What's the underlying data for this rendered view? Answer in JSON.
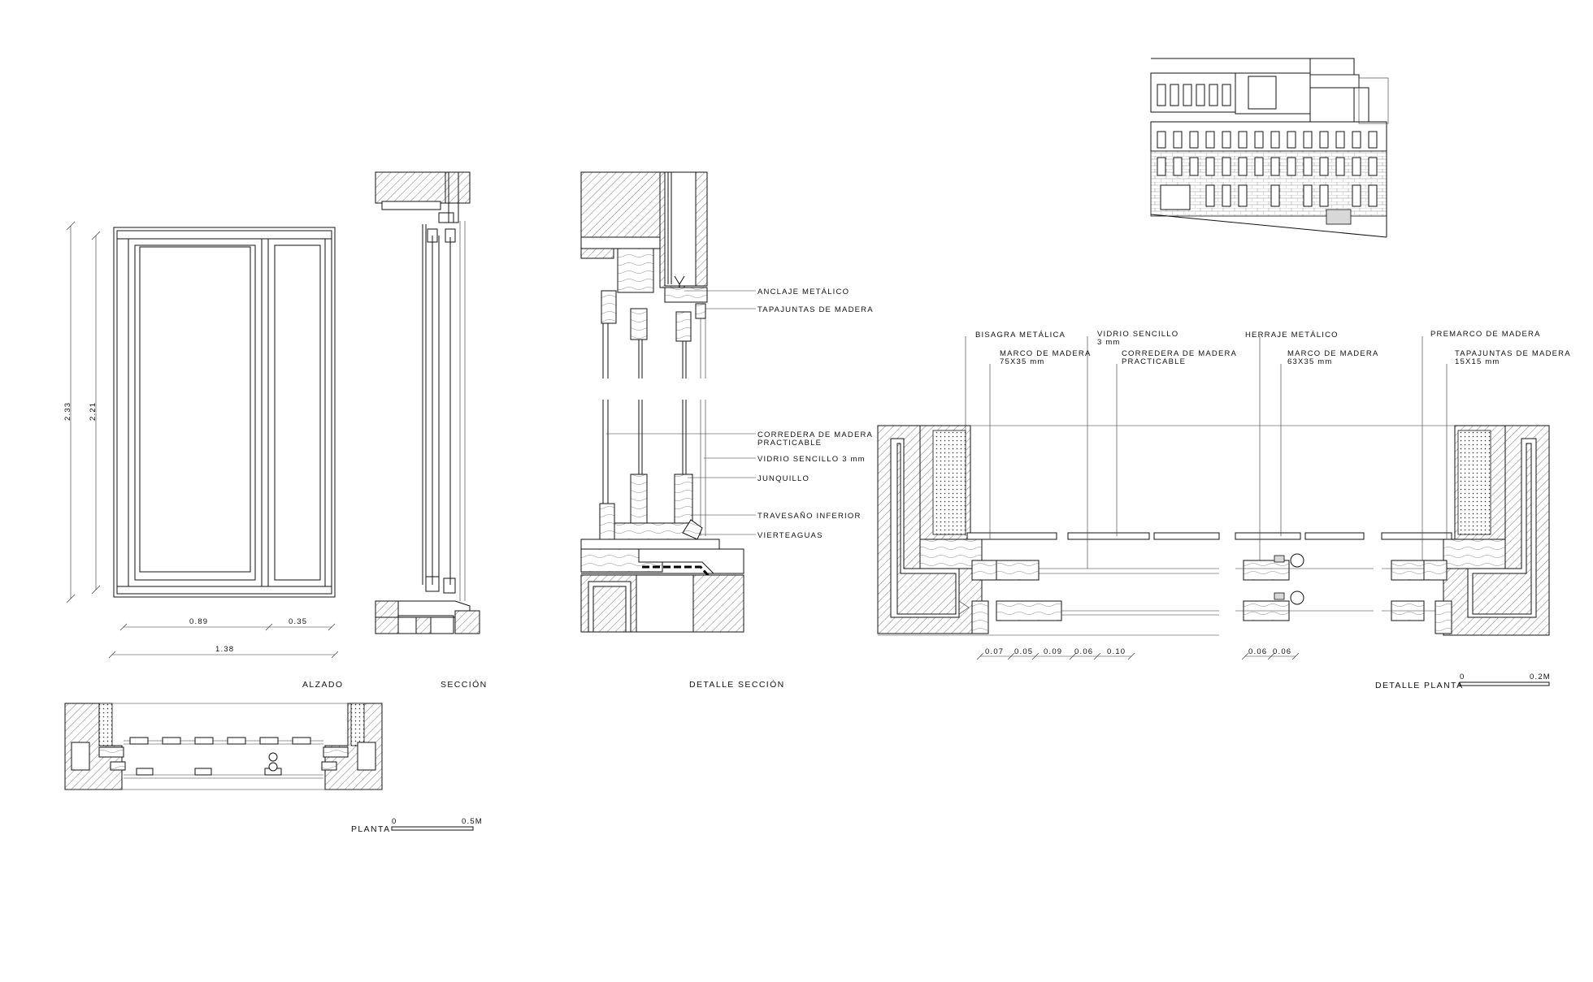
{
  "drawing": {
    "views": {
      "alzado": "ALZADO",
      "seccion": "SECCIÓN",
      "detalle_seccion": "DETALLE SECCIÓN",
      "detalle_planta": "DETALLE PLANTA",
      "planta": "PLANTA"
    },
    "elevation_dims": {
      "total_height": "2.33",
      "inner_height": "2.21",
      "left_width": "0.89",
      "right_width": "0.35",
      "total_width": "1.38"
    },
    "section_labels": [
      "ANCLAJE METÁLICO",
      "TAPAJUNTAS DE MADERA",
      "CORREDERA DE MADERA",
      "PRACTICABLE",
      "VIDRIO SENCILLO 3 mm",
      "JUNQUILLO",
      "TRAVESAÑO INFERIOR",
      "VIERTEAGUAS"
    ],
    "plan_labels": {
      "bisagra": "BISAGRA METÁLICA",
      "marco_75": "MARCO DE MADERA",
      "marco_75_size": "75X35 mm",
      "vidrio": "VIDRIO SENCILLO",
      "vidrio_size": "3 mm",
      "corredera": "CORREDERA DE MADERA",
      "corredera_2": "PRACTICABLE",
      "herraje": "HERRAJE METÁLICO",
      "marco_63": "MARCO DE MADERA",
      "marco_63_size": "63X35 mm",
      "premarco": "PREMARCO DE MADERA",
      "tapajuntas": "TAPAJUNTAS DE MADERA",
      "tapajuntas_size": "15X15 mm"
    },
    "plan_dims_left": [
      "0.07",
      "0.05",
      "0.09",
      "0.06",
      "0.10"
    ],
    "plan_dims_mid": [
      "0.06",
      "0.06"
    ],
    "scales": {
      "detail_zero": "0",
      "detail_end": "0.2M",
      "plan_zero": "0",
      "plan_end": "0.5M"
    }
  }
}
